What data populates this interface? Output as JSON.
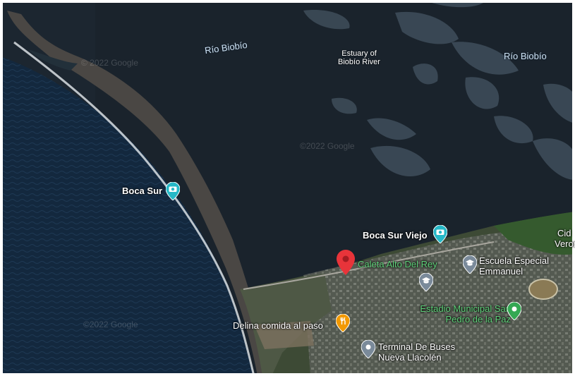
{
  "map": {
    "labels": {
      "rio_biobio_left": "Río Biobío",
      "estuary": "Estuary of Biobío River",
      "rio_biobio_right": "Río Biobío",
      "boca_sur": "Boca Sur",
      "boca_sur_viejo": "Boca Sur Viejo",
      "caleta": "Caleta Alto Del Rey",
      "escuela": "Escuela Especial Emmanuel",
      "estadio": "Estadio Municipal San Pedro de la Paz",
      "delina": "Delina comida al paso",
      "terminal": "Terminal De Buses Nueva Llacolén",
      "cid": "Cid",
      "veronica": "Veronica"
    },
    "watermarks": [
      "© 2022 Google",
      "©2022 Google",
      "©2022 Google"
    ],
    "icons": {
      "boca_sur": "camera-pin-icon",
      "boca_sur_viejo": "camera-pin-icon",
      "caleta": "red-location-pin-icon",
      "escuela": "school-pin-icon",
      "school2": "school-pin-icon",
      "estadio": "stadium-pin-icon",
      "delina": "restaurant-pin-icon",
      "terminal": "bus-terminal-pin-icon"
    },
    "colors": {
      "ocean": "#13283e",
      "river": "#1c2630",
      "sand": "#4a4744",
      "land": "#3d4a35",
      "camera_pin": "#26b8c7",
      "red_pin": "#e8343a",
      "gray_pin": "#7a8a9a",
      "green_pin": "#34a853",
      "orange_pin": "#f29900"
    }
  }
}
